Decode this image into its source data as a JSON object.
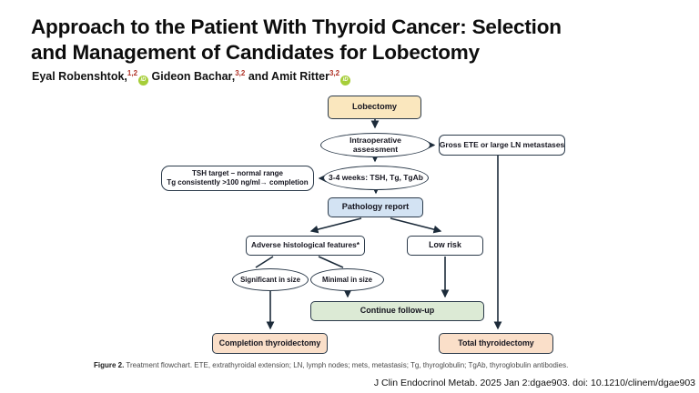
{
  "header": {
    "title_line1": "Approach to the Patient With Thyroid Cancer: Selection",
    "title_line2": "and Management of Candidates for Lobectomy",
    "authors": [
      {
        "name": "Eyal Robenshtok,",
        "sup": "1,2",
        "orcid": true
      },
      {
        "name": " Gideon Bachar,",
        "sup": "3,2",
        "orcid": false
      },
      {
        "name": " and Amit Ritter",
        "sup": "3,2",
        "orcid": true
      }
    ],
    "orcid_label": "iD"
  },
  "flowchart": {
    "nodes": {
      "lobectomy": "Lobectomy",
      "intraop": "Intraoperative assessment",
      "gross_ete": "Gross ETE or large LN metastases",
      "tsh_line1": "TSH target – normal range",
      "tsh_line2": "Tg consistently >100 ng/ml→ completion",
      "weeks": "3-4 weeks: TSH, Tg, TgAb",
      "pathology": "Pathology report",
      "adverse": "Adverse histological features*",
      "low_risk": "Low risk",
      "significant": "Significant in size",
      "minimal": "Minimal in size",
      "continue_followup": "Continue follow-up",
      "completion": "Completion thyroidectomy",
      "total": "Total thyroidectomy"
    },
    "colors": {
      "lobectomy_fill": "#FAE7BE",
      "pathology_fill": "#D3E3F3",
      "continue_fill": "#DCEAD5",
      "outcome_fill": "#FADFC9",
      "node_border": "#2b3a4a",
      "connector": "#1C2B3A",
      "author_superscript": "#b03328",
      "orcid_green": "#A6CE39"
    }
  },
  "caption": {
    "label": "Figure 2.",
    "text": " Treatment flowchart. ETE, extrathyroidal extension; LN, lymph nodes; mets, metastasis; Tg, thyroglobulin; TgAb, thyroglobulin antibodies."
  },
  "citation": "J Clin Endocrinol Metab. 2025 Jan 2:dgae903. doi: 10.1210/clinem/dgae903"
}
